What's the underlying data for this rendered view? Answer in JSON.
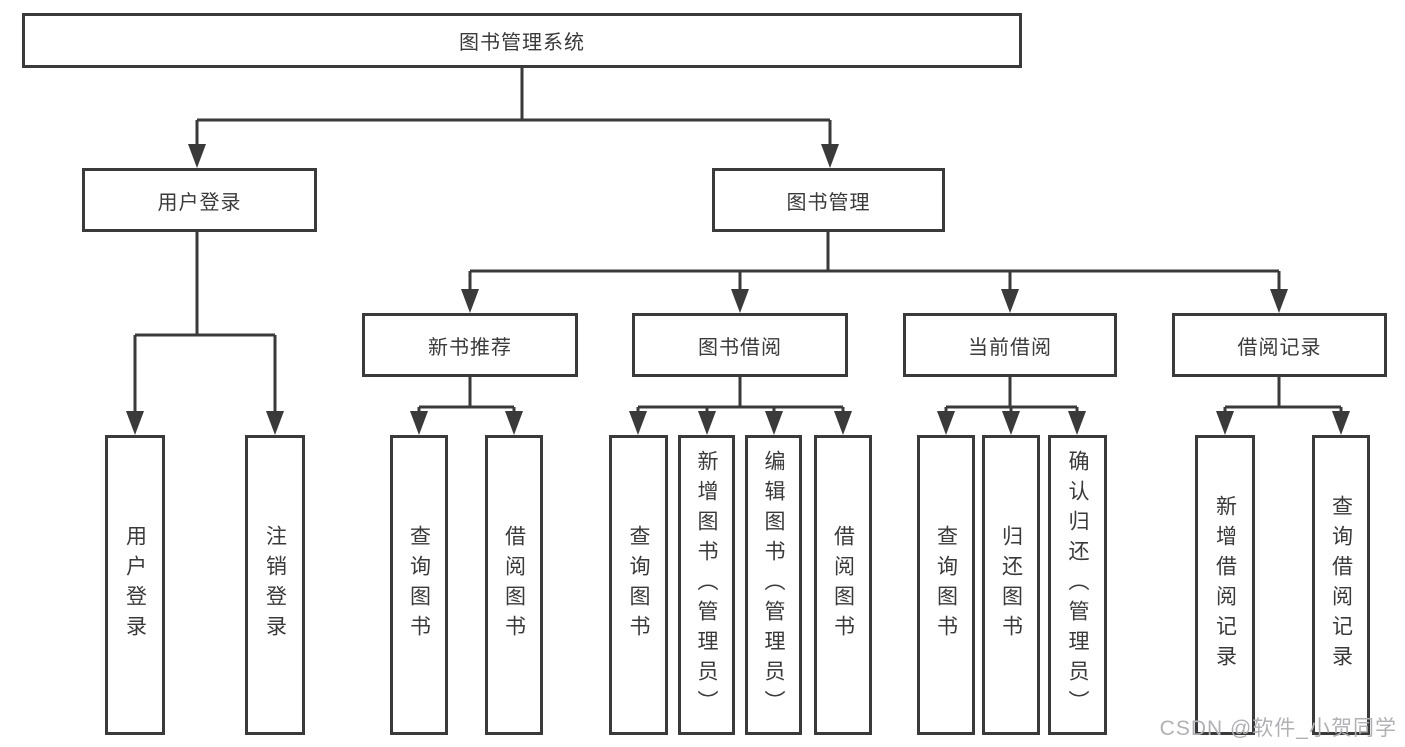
{
  "tree": {
    "root": {
      "label": "图书管理系统"
    },
    "branches": [
      {
        "label": "用户登录",
        "children": [
          {
            "label": "用户登录"
          },
          {
            "label": "注销登录"
          }
        ]
      },
      {
        "label": "图书管理",
        "children": [
          {
            "label": "新书推荐",
            "children": [
              {
                "label": "查询图书"
              },
              {
                "label": "借阅图书"
              }
            ]
          },
          {
            "label": "图书借阅",
            "children": [
              {
                "label": "查询图书"
              },
              {
                "label": "新增图书（管理员）"
              },
              {
                "label": "编辑图书（管理员）"
              },
              {
                "label": "借阅图书"
              }
            ]
          },
          {
            "label": "当前借阅",
            "children": [
              {
                "label": "查询图书"
              },
              {
                "label": "归还图书"
              },
              {
                "label": "确认归还（管理员）"
              }
            ]
          },
          {
            "label": "借阅记录",
            "children": [
              {
                "label": "新增借阅记录"
              },
              {
                "label": "查询借阅记录"
              }
            ]
          }
        ]
      }
    ]
  },
  "watermark": {
    "text": "CSDN @软件_小贺同学",
    "color": "#b2b0b5"
  },
  "colors": {
    "line": "#3a3a3a",
    "box_border": "#3a3a3a",
    "box_fill": "#ffffff",
    "text": "#3a3a3a",
    "background": "#ffffff"
  }
}
